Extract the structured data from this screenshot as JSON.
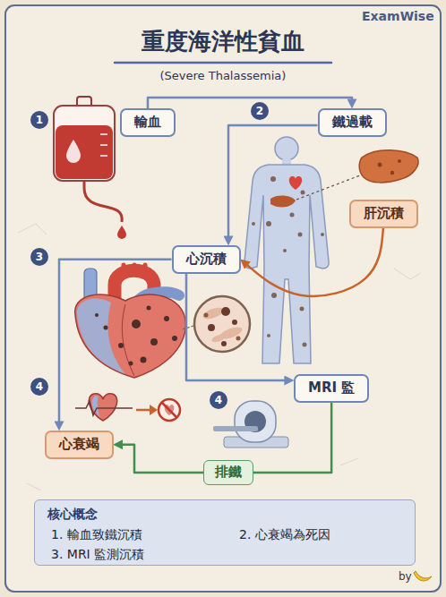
{
  "diagram": {
    "title": "重度海洋性貧血",
    "nodes": [
      {
        "text": [
          "輸血"
        ]
      },
      {
        "text": [
          "鐵過載"
        ]
      },
      {
        "text": [
          "肝沉積"
        ]
      },
      {
        "text": [
          "心沉積"
        ]
      },
      {
        "text": [
          "MRI 監"
        ]
      },
      {
        "text": [
          "心衰竭"
        ]
      },
      {
        "text": [
          "核心概念",
          "1. 輸血致鐵沉積",
          "2. 心衰竭為死因",
          "3. MRI 監測沉積"
        ]
      }
    ],
    "edges": [
      {
        "from": 0,
        "to": 1,
        "arrow": "to"
      },
      {
        "from": 1,
        "to": 3,
        "arrow": "to"
      },
      {
        "from": 2,
        "to": 3,
        "arrow": "to"
      },
      {
        "from": 3,
        "to": 5,
        "arrow": "to"
      },
      {
        "from": 3,
        "to": 4,
        "arrow": "to"
      },
      {
        "from": 4,
        "to": 5,
        "arrow": "to",
        "label": "排鐵"
      }
    ],
    "labels": [
      "ExamWise",
      "(Severe Thalassemia)",
      "1",
      "2",
      "3",
      "4",
      "4",
      "by"
    ]
  }
}
